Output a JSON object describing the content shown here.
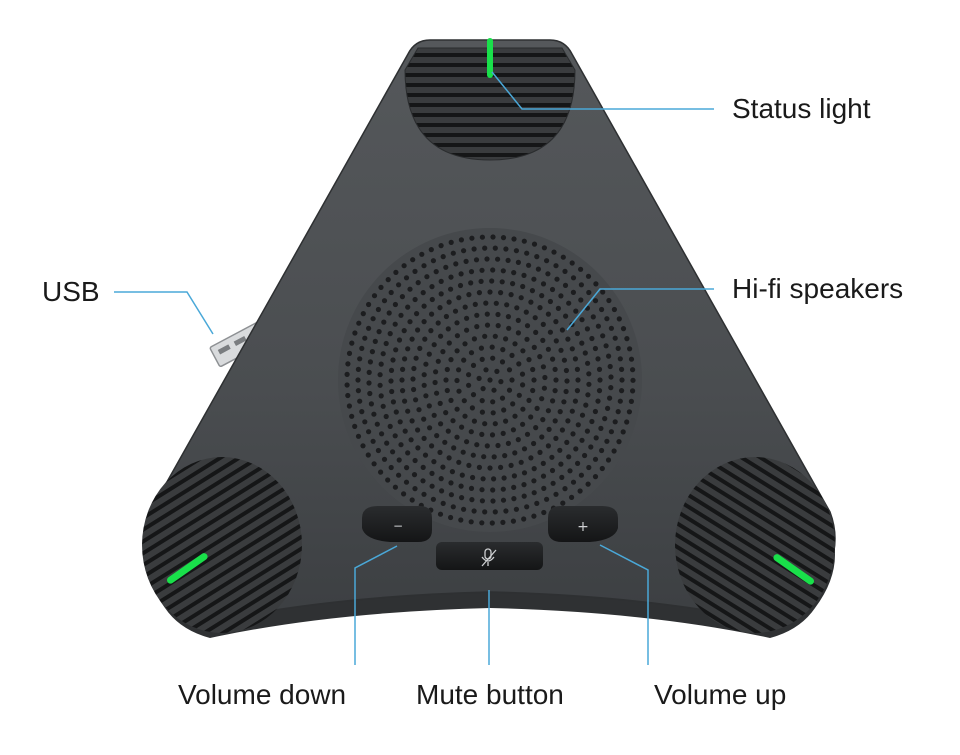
{
  "labels": {
    "status_light": "Status light",
    "usb": "USB",
    "hifi_speakers": "Hi-fi speakers",
    "volume_down": "Volume down",
    "mute_button": "Mute button",
    "volume_up": "Volume up"
  },
  "buttons": {
    "volume_down_symbol": "−",
    "volume_up_symbol": "+"
  },
  "colors": {
    "device_body": "#4b4e51",
    "grille": "#2c2e30",
    "button": "#1d1f21",
    "led_green": "#19e04a",
    "callout_line": "#4aa8d8",
    "text": "#1a1a1a"
  },
  "icons": [
    "usb-plug-icon",
    "mic-muted-icon",
    "minus-icon",
    "plus-icon"
  ]
}
